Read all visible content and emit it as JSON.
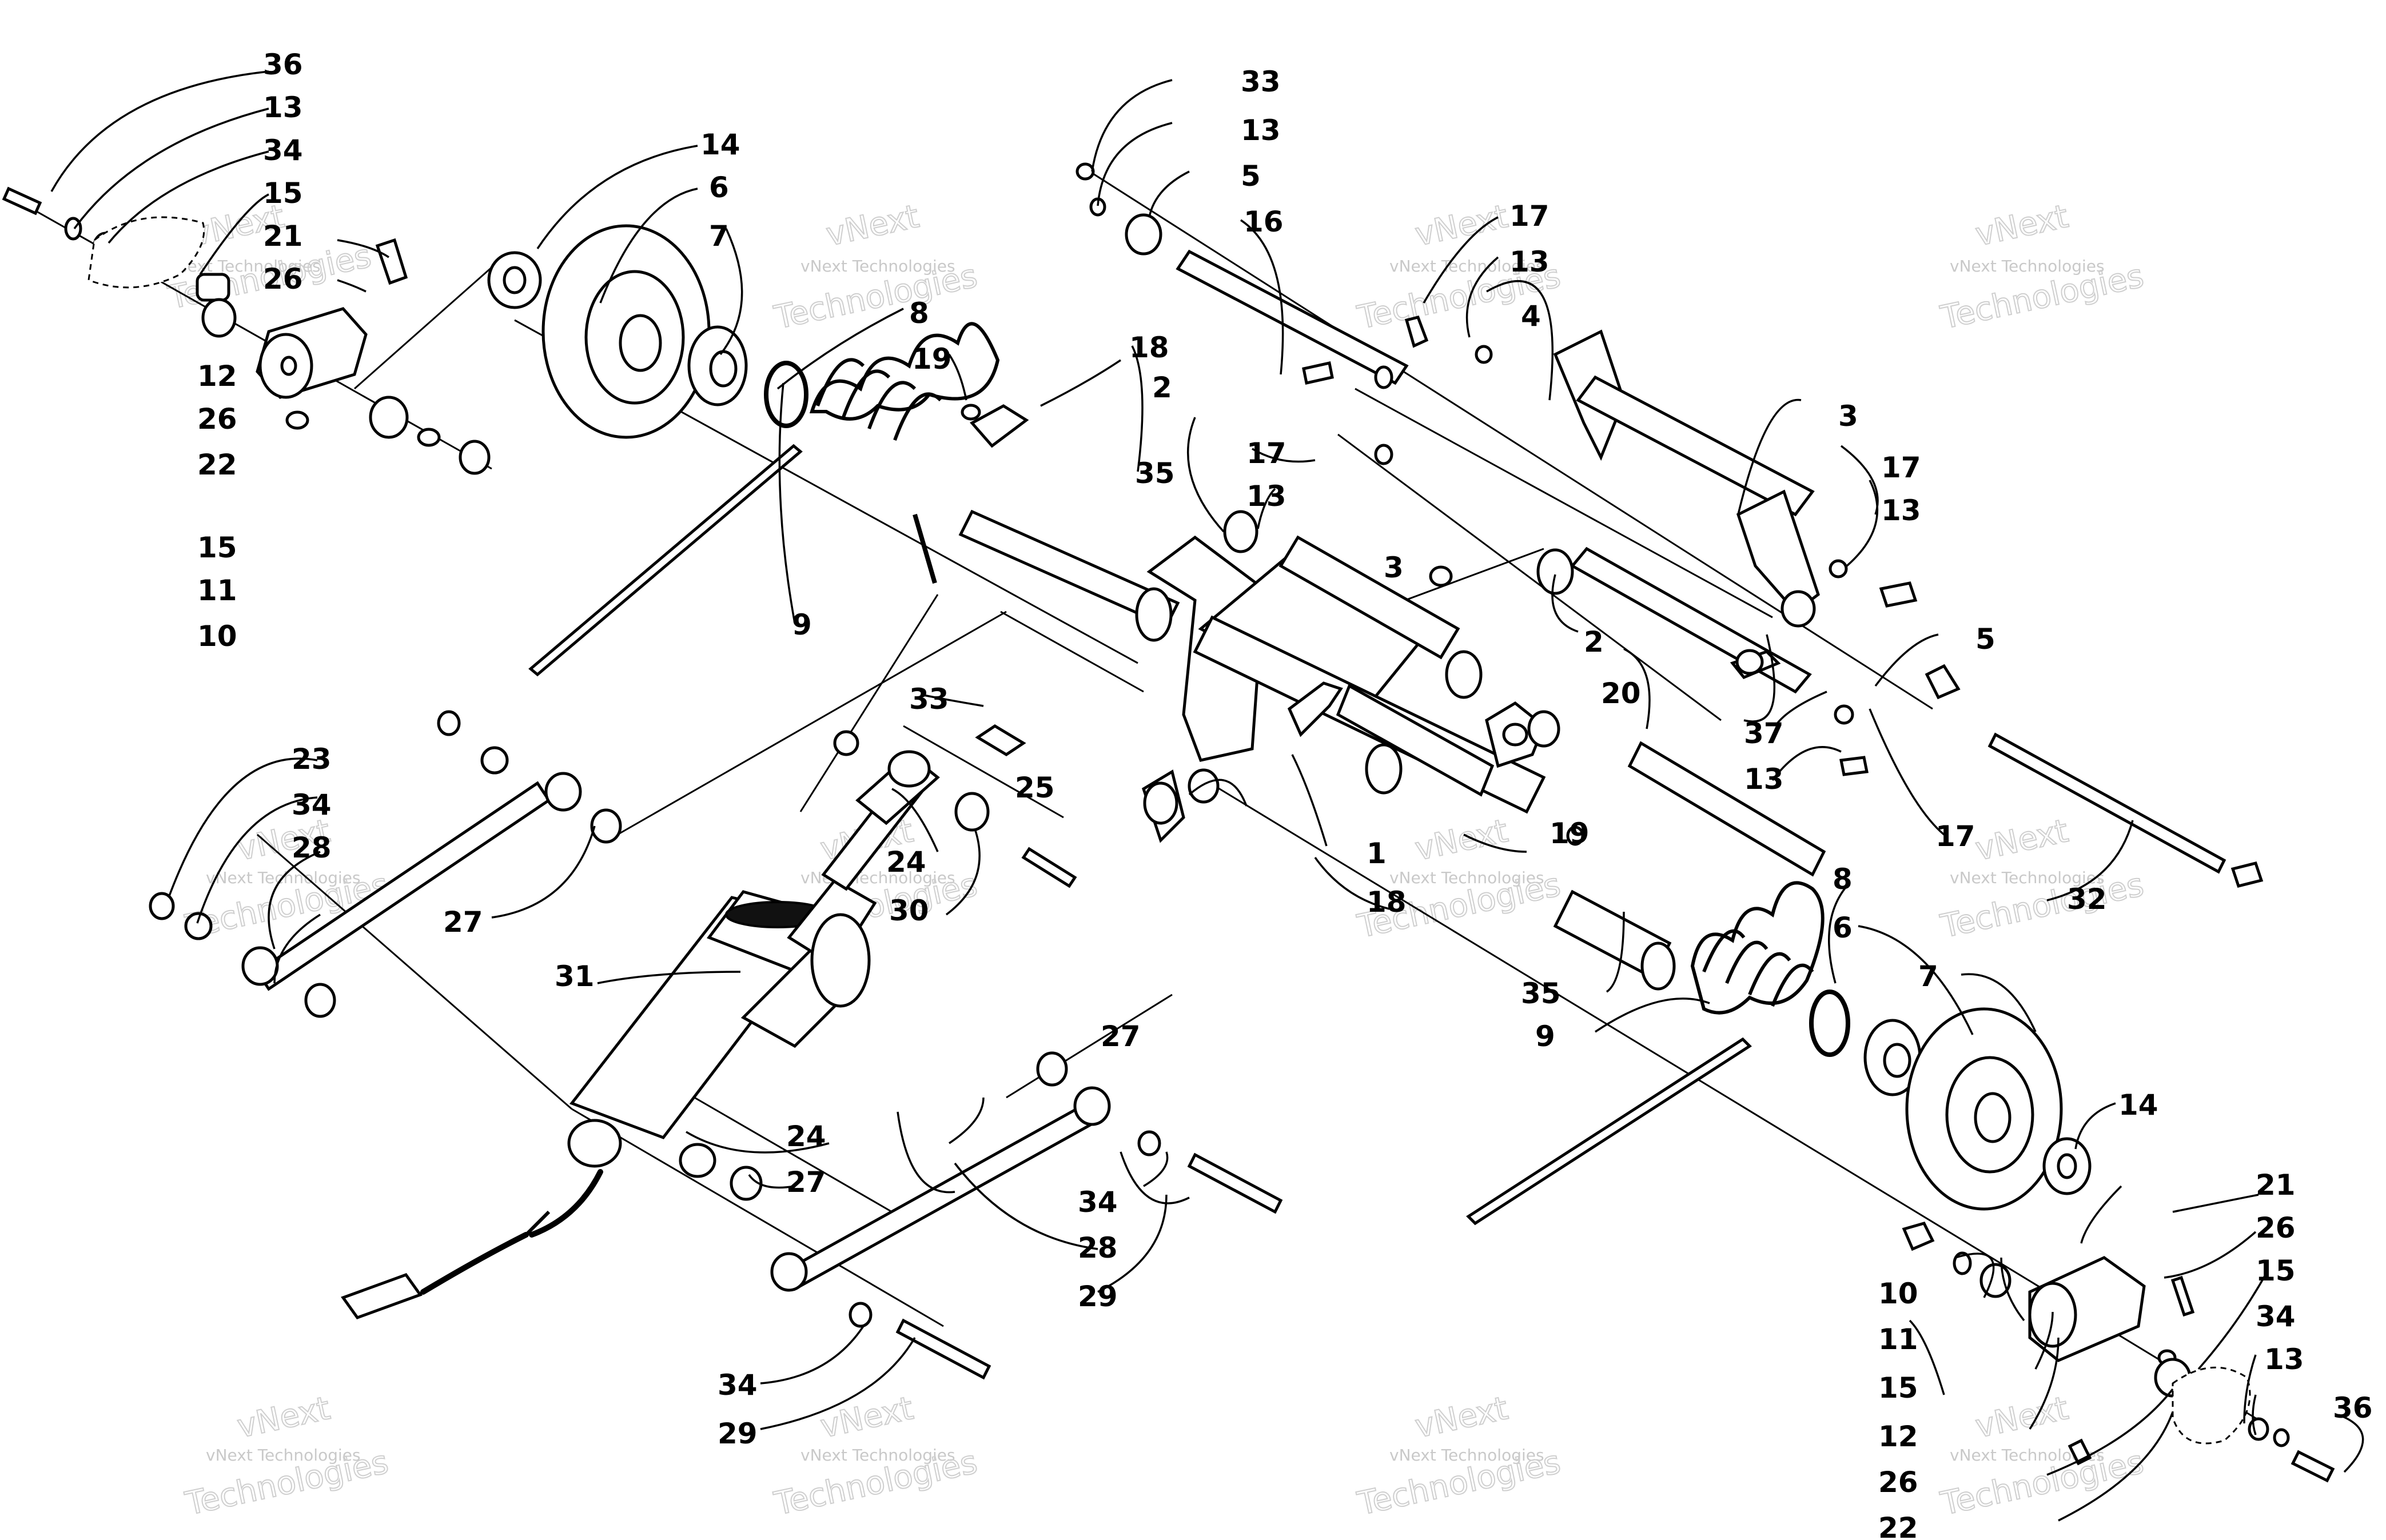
{
  "watermark": {
    "small": "vNext Technologies",
    "line1": "vNext",
    "line2": "Technologies"
  },
  "callouts": [
    {
      "id": "c0",
      "text": "36"
    },
    {
      "id": "c1",
      "text": "13"
    },
    {
      "id": "c2",
      "text": "34"
    },
    {
      "id": "c3",
      "text": "15"
    },
    {
      "id": "c4",
      "text": "21"
    },
    {
      "id": "c5",
      "text": "26"
    },
    {
      "id": "c6",
      "text": "12"
    },
    {
      "id": "c7",
      "text": "26"
    },
    {
      "id": "c8",
      "text": "22"
    },
    {
      "id": "c9",
      "text": "15"
    },
    {
      "id": "c10",
      "text": "11"
    },
    {
      "id": "c11",
      "text": "10"
    },
    {
      "id": "c12",
      "text": "14"
    },
    {
      "id": "c13",
      "text": "6"
    },
    {
      "id": "c14",
      "text": "7"
    },
    {
      "id": "c15",
      "text": "8"
    },
    {
      "id": "c16",
      "text": "19"
    },
    {
      "id": "c17",
      "text": "18"
    },
    {
      "id": "c18",
      "text": "2"
    },
    {
      "id": "c19",
      "text": "35"
    },
    {
      "id": "c20",
      "text": "9"
    },
    {
      "id": "c21",
      "text": "33"
    },
    {
      "id": "c22",
      "text": "13"
    },
    {
      "id": "c23",
      "text": "5"
    },
    {
      "id": "c24",
      "text": "16"
    },
    {
      "id": "c25",
      "text": "17"
    },
    {
      "id": "c26",
      "text": "13"
    },
    {
      "id": "c27",
      "text": "4"
    },
    {
      "id": "c28",
      "text": "3"
    },
    {
      "id": "c29",
      "text": "17"
    },
    {
      "id": "c30",
      "text": "13"
    },
    {
      "id": "c31",
      "text": "17"
    },
    {
      "id": "c32",
      "text": "13"
    },
    {
      "id": "c33",
      "text": "3"
    },
    {
      "id": "c34",
      "text": "5"
    },
    {
      "id": "c35",
      "text": "2"
    },
    {
      "id": "c36",
      "text": "20"
    },
    {
      "id": "c37",
      "text": "37"
    },
    {
      "id": "c38",
      "text": "13"
    },
    {
      "id": "c39",
      "text": "17"
    },
    {
      "id": "c40",
      "text": "32"
    },
    {
      "id": "c41",
      "text": "33"
    },
    {
      "id": "c42",
      "text": "23"
    },
    {
      "id": "c43",
      "text": "34"
    },
    {
      "id": "c44",
      "text": "28"
    },
    {
      "id": "c45",
      "text": "27"
    },
    {
      "id": "c46",
      "text": "25"
    },
    {
      "id": "c47",
      "text": "24"
    },
    {
      "id": "c48",
      "text": "30"
    },
    {
      "id": "c49",
      "text": "1"
    },
    {
      "id": "c50",
      "text": "18"
    },
    {
      "id": "c51",
      "text": "19"
    },
    {
      "id": "c52",
      "text": "8"
    },
    {
      "id": "c53",
      "text": "6"
    },
    {
      "id": "c54",
      "text": "7"
    },
    {
      "id": "c55",
      "text": "35"
    },
    {
      "id": "c56",
      "text": "9"
    },
    {
      "id": "c57",
      "text": "14"
    },
    {
      "id": "c58",
      "text": "31"
    },
    {
      "id": "c59",
      "text": "27"
    },
    {
      "id": "c60",
      "text": "24"
    },
    {
      "id": "c61",
      "text": "27"
    },
    {
      "id": "c62",
      "text": "34"
    },
    {
      "id": "c63",
      "text": "28"
    },
    {
      "id": "c64",
      "text": "29"
    },
    {
      "id": "c65",
      "text": "34"
    },
    {
      "id": "c66",
      "text": "29"
    },
    {
      "id": "c67",
      "text": "21"
    },
    {
      "id": "c68",
      "text": "26"
    },
    {
      "id": "c69",
      "text": "15"
    },
    {
      "id": "c70",
      "text": "34"
    },
    {
      "id": "c71",
      "text": "13"
    },
    {
      "id": "c72",
      "text": "36"
    },
    {
      "id": "c73",
      "text": "10"
    },
    {
      "id": "c74",
      "text": "11"
    },
    {
      "id": "c75",
      "text": "15"
    },
    {
      "id": "c76",
      "text": "12"
    },
    {
      "id": "c77",
      "text": "26"
    },
    {
      "id": "c78",
      "text": "22"
    }
  ]
}
